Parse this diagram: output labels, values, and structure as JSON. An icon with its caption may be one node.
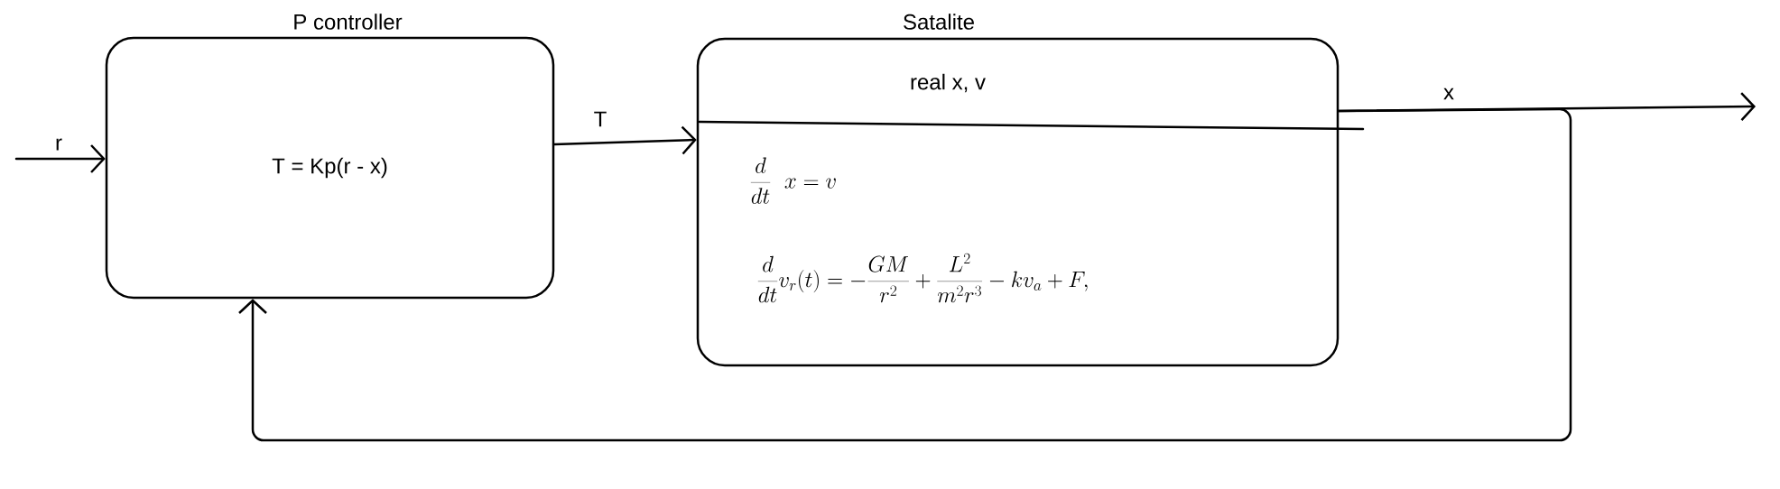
{
  "diagram": {
    "nodes": [
      {
        "text": [
          "P controller",
          "T = Kp(r - x)"
        ]
      },
      {
        "text": [
          "Satalite",
          "real x, v",
          "\\frac{d}{dt}\\ \\ x = v",
          "\\frac{d}{dt}v_r(t) = -\\frac{GM}{r^2} + \\frac{L^2}{m^2r^3} - kv_a + F,"
        ]
      }
    ],
    "edges": [
      {
        "from": null,
        "to": 0,
        "arrow": "to",
        "label": "r"
      },
      {
        "from": 0,
        "to": 1,
        "arrow": "to",
        "label": "T"
      },
      {
        "from": 1,
        "to": null,
        "arrow": "to",
        "label": "x"
      },
      {
        "from": 1,
        "to": 0,
        "arrow": "to"
      }
    ]
  }
}
